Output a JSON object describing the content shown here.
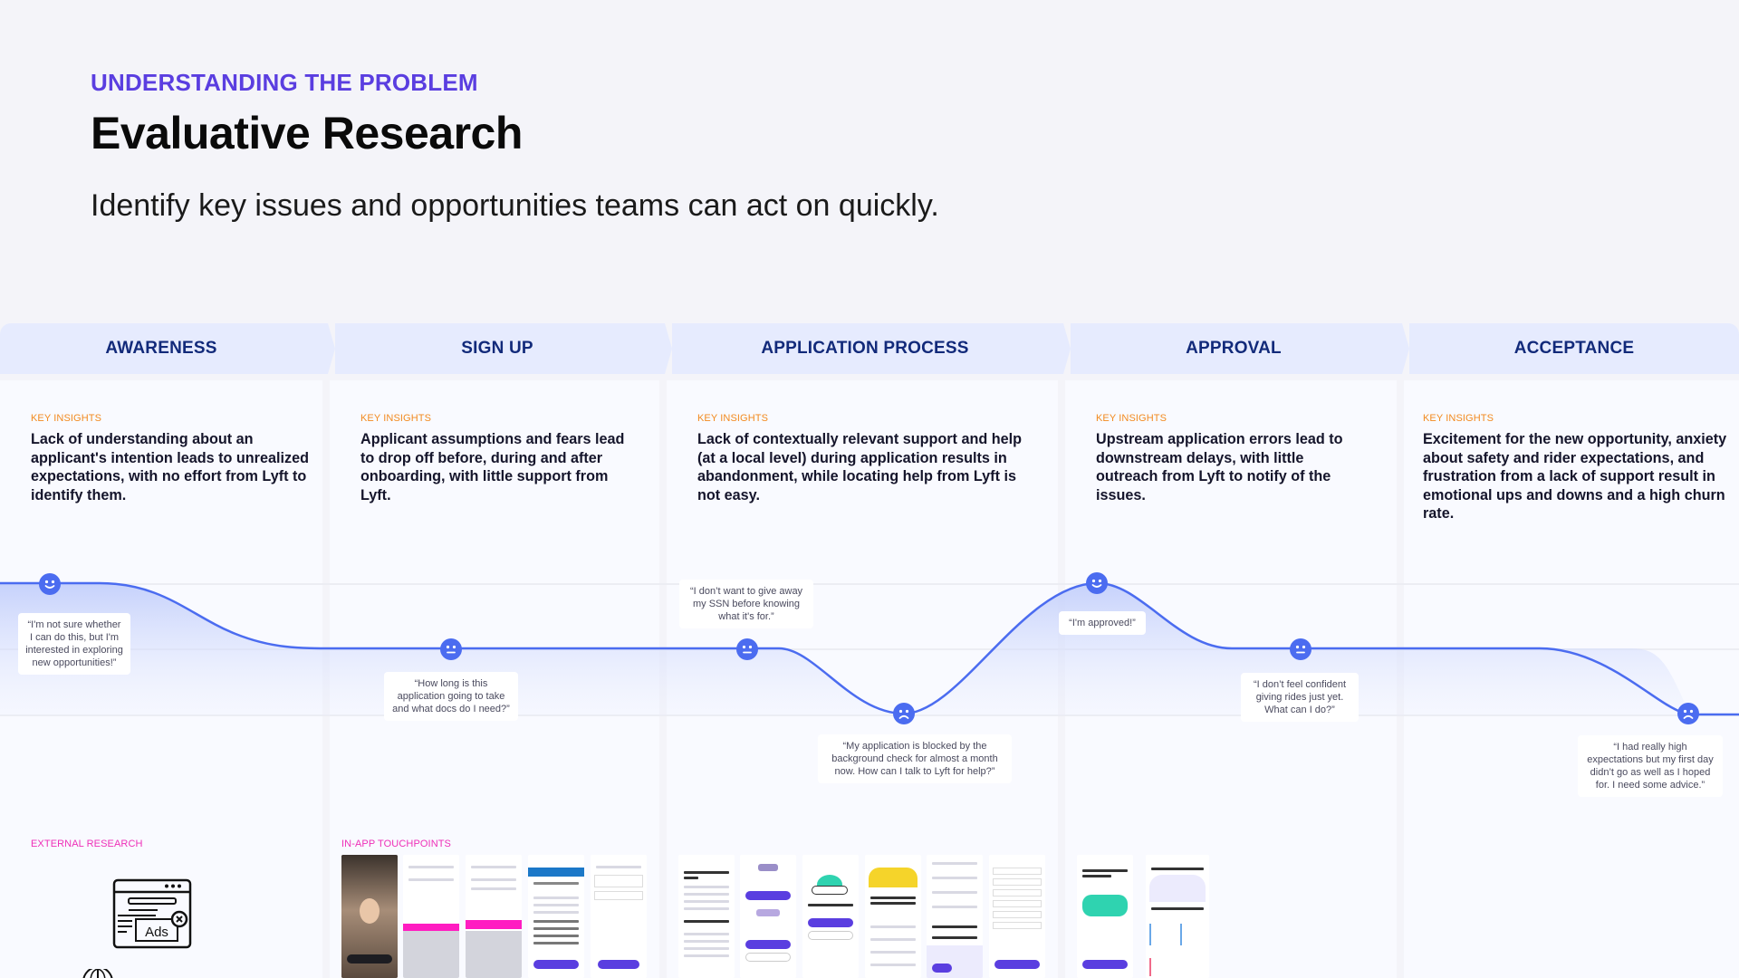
{
  "header": {
    "eyebrow": "UNDERSTANDING THE PROBLEM",
    "title": "Evaluative Research",
    "subtitle": "Identify key issues and opportunities teams can act on quickly."
  },
  "stages": [
    {
      "name": "AWARENESS",
      "insight_label": "KEY INSIGHTS",
      "insight": "Lack of understanding about an applicant's intention leads to unrealized expectations, with no effort from Lyft to identify them."
    },
    {
      "name": "SIGN UP",
      "insight_label": "KEY INSIGHTS",
      "insight": "Applicant assumptions and fears lead to drop off before, during and after onboarding, with little support from Lyft."
    },
    {
      "name": "APPLICATION PROCESS",
      "insight_label": "KEY INSIGHTS",
      "insight": "Lack of contextually relevant support and help (at a local level) during application results in abandonment, while locating help from Lyft is not easy."
    },
    {
      "name": "APPROVAL",
      "insight_label": "KEY INSIGHTS",
      "insight": "Upstream application errors lead to downstream delays, with little outreach from Lyft to notify of the issues."
    },
    {
      "name": "ACCEPTANCE",
      "insight_label": "KEY INSIGHTS",
      "insight": "Excitement for the new opportunity, anxiety about safety and rider expectations, and frustration from a lack of support result in emotional ups and downs and a high churn rate."
    }
  ],
  "journey": {
    "points": [
      {
        "stage": "AWARENESS",
        "mood": "happy",
        "quote": "“I'm not sure whether I can do this, but I'm interested in exploring new opportunities!”"
      },
      {
        "stage": "SIGN UP",
        "mood": "neutral",
        "quote": "“How long is this application going to take and what docs do I need?”"
      },
      {
        "stage": "APPLICATION PROCESS",
        "mood": "neutral",
        "quote": "“I don’t want to give away my SSN before knowing what it's for.”"
      },
      {
        "stage": "APPLICATION PROCESS",
        "mood": "sad",
        "quote": "“My application is blocked by the background check for almost a month now. How can I talk to Lyft for help?”"
      },
      {
        "stage": "APPROVAL",
        "mood": "happy",
        "quote": "“I'm approved!”"
      },
      {
        "stage": "APPROVAL",
        "mood": "neutral",
        "quote": "“I don’t feel confident giving rides just yet. What can I do?”"
      },
      {
        "stage": "ACCEPTANCE",
        "mood": "sad",
        "quote": "“I had really high expectations but my first day didn’t go as well as I hoped for. I need some advice.”"
      }
    ],
    "line_color": "#4b6cf0",
    "fill_color": "#c9d4fb"
  },
  "sections": {
    "external_research": "EXTERNAL RESEARCH",
    "in_app_touchpoints": "IN-APP TOUCHPOINTS",
    "ads_icon_label": "Ads"
  },
  "colors": {
    "accent_purple": "#5a3ee0",
    "stage_header_bg": "#e6ebfe",
    "stage_header_text": "#122a7a",
    "insight_label": "#f28a1f",
    "section_label": "#ee2fb8",
    "mood_line": "#4b6cf0"
  }
}
